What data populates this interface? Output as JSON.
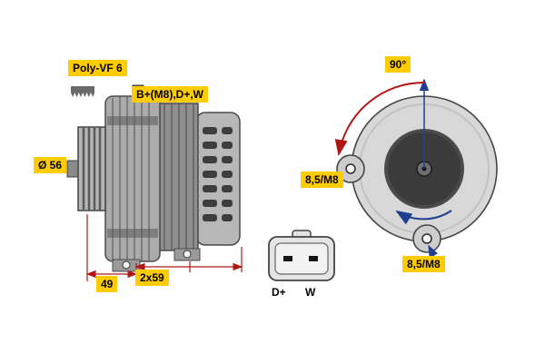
{
  "title": "Alternator technical drawing",
  "labels": {
    "belt_type": "Poly-VF 6",
    "terminals": "B+(M8),D+,W",
    "pulley_diameter": "Ø 56",
    "dim_front": "49",
    "dim_mount": "2x59",
    "mount_angle": "90°",
    "mount_hole_left": "8,5/M8",
    "mount_hole_bottom": "8,5/M8",
    "connector_pin_dplus": "D+",
    "connector_pin_w": "W"
  },
  "colors": {
    "label_background": "#ffcc00",
    "dimension_red": "#b01818",
    "dimension_blue": "#1f3f8f",
    "body_gray": "#ababab",
    "rotor_dark": "#3b3b3b"
  }
}
